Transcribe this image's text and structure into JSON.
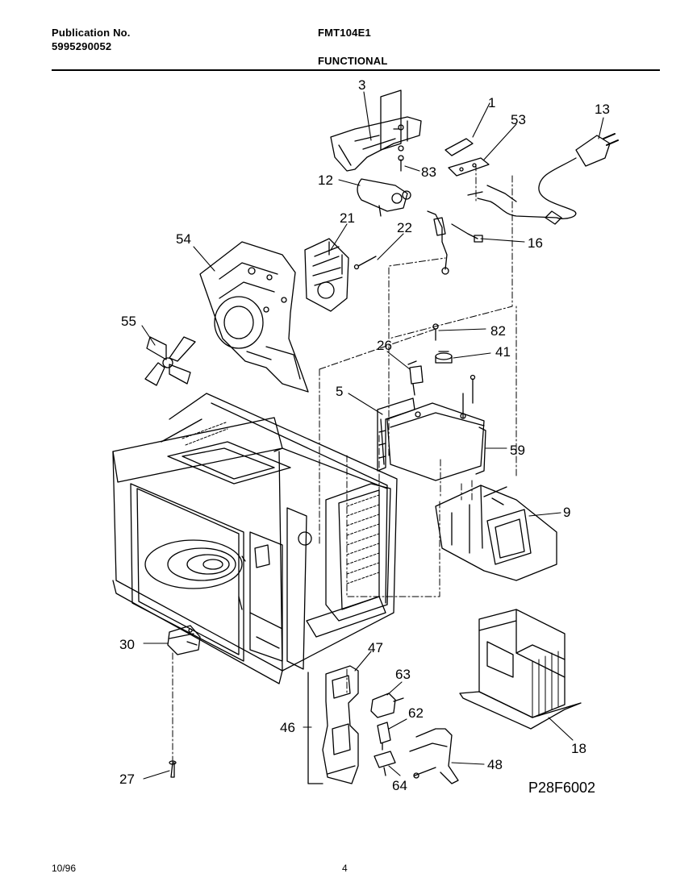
{
  "header": {
    "publication_label": "Publication No.",
    "publication_number": "5995290052",
    "model": "FMT104E1",
    "section": "FUNCTIONAL"
  },
  "callouts": {
    "p1": "1",
    "p3": "3",
    "p5": "5",
    "p9": "9",
    "p12": "12",
    "p13": "13",
    "p16": "16",
    "p18": "18",
    "p21": "21",
    "p22": "22",
    "p26": "26",
    "p27": "27",
    "p30": "30",
    "p41": "41",
    "p46": "46",
    "p47": "47",
    "p48": "48",
    "p53": "53",
    "p54": "54",
    "p55": "55",
    "p59": "59",
    "p62": "62",
    "p63": "63",
    "p64": "64",
    "p82": "82",
    "p83": "83"
  },
  "diagram_code": "P28F6002",
  "footer": {
    "date": "10/96",
    "page": "4"
  }
}
